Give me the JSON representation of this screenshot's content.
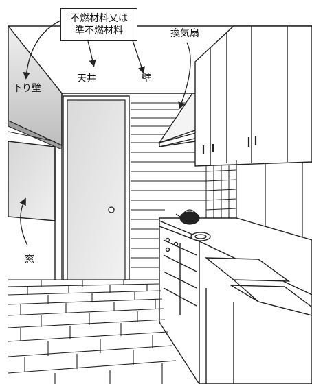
{
  "callout_box": {
    "line1": "不燃材料又は",
    "line2": "準不燃材料"
  },
  "labels": {
    "ceiling": "天井",
    "wall": "壁",
    "hanging_wall": "下り壁",
    "range_hood": "換気扇",
    "window": "窓"
  },
  "colors": {
    "line": "#222222",
    "shade": "#c8c8c8",
    "background": "#ffffff"
  }
}
